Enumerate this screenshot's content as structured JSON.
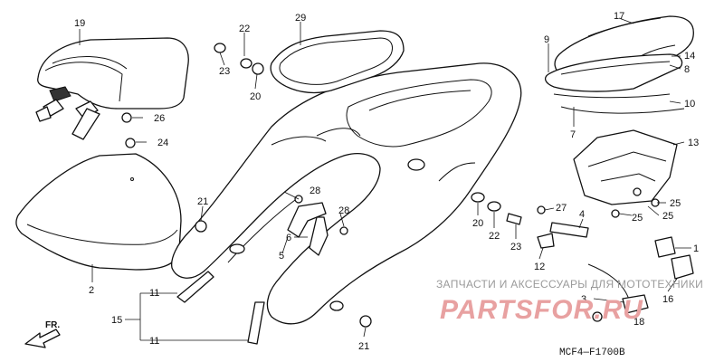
{
  "diagram": {
    "code": "MCF4—F1700B",
    "watermark": {
      "text": "ЗАПЧАСТИ И АКСЕССУАРЫ ДЛЯ МОТОТЕХНИКИ",
      "logo": "PARTSFOR.RU"
    },
    "direction_label": "FR.",
    "colors": {
      "line": "#111111",
      "watermark_logo": "#e8a1a1",
      "watermark_text": "#9a9a9a"
    },
    "callouts": [
      "19",
      "22",
      "23",
      "20",
      "29",
      "26",
      "24",
      "21",
      "2",
      "11",
      "15",
      "11",
      "28",
      "6",
      "28",
      "5",
      "20",
      "22",
      "23",
      "21",
      "17",
      "9",
      "14",
      "8",
      "10",
      "7",
      "13",
      "25",
      "25",
      "25",
      "27",
      "4",
      "12",
      "1",
      "3",
      "16",
      "18"
    ]
  }
}
